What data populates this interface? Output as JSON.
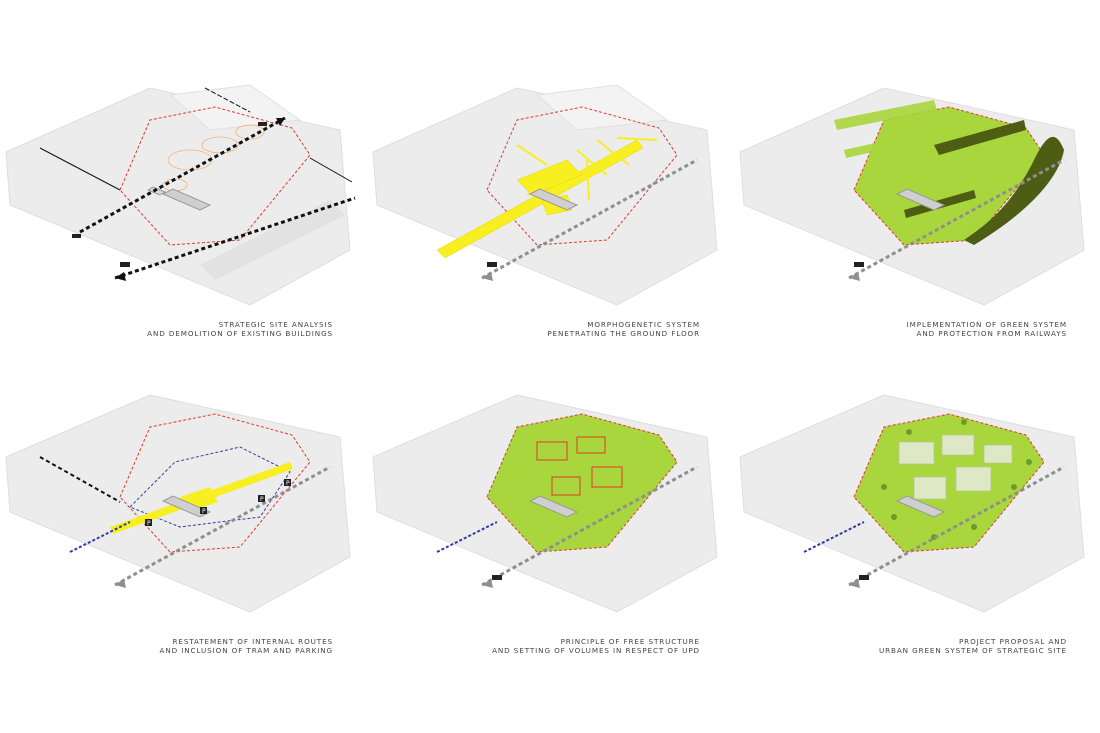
{
  "panels": [
    {
      "caption_line1": "STRATEGIC SITE ANALYSIS",
      "caption_line2": "AND DEMOLITION OF EXISTING BUILDINGS"
    },
    {
      "caption_line1": "MORPHOGENETIC SYSTEM",
      "caption_line2": "PENETRATING THE GROUND FLOOR"
    },
    {
      "caption_line1": "IMPLEMENTATION OF GREEN SYSTEM",
      "caption_line2": "AND PROTECTION FROM RAILWAYS"
    },
    {
      "caption_line1": "RESTATEMENT OF INTERNAL ROUTES",
      "caption_line2": "AND INCLUSION OF TRAM AND PARKING"
    },
    {
      "caption_line1": "PRINCIPLE OF FREE STRUCTURE",
      "caption_line2": "AND SETTING OF VOLUMES IN RESPECT OF UPD"
    },
    {
      "caption_line1": "PROJECT PROPOSAL AND",
      "caption_line2": "URBAN GREEN SYSTEM OF STRATEGIC SITE"
    }
  ],
  "colors": {
    "ground": "#ececec",
    "ground_edge": "#dcdcdc",
    "boundary": "#e03a2a",
    "morpho_yellow": "#f7ef1f",
    "green_light": "#a9d63c",
    "green_dark": "#4d5e14",
    "route_black": "#111111",
    "route_grey": "#8f8f8f",
    "tram_blue": "#2f3e9e"
  },
  "legend_labels": {
    "parking": "P"
  }
}
